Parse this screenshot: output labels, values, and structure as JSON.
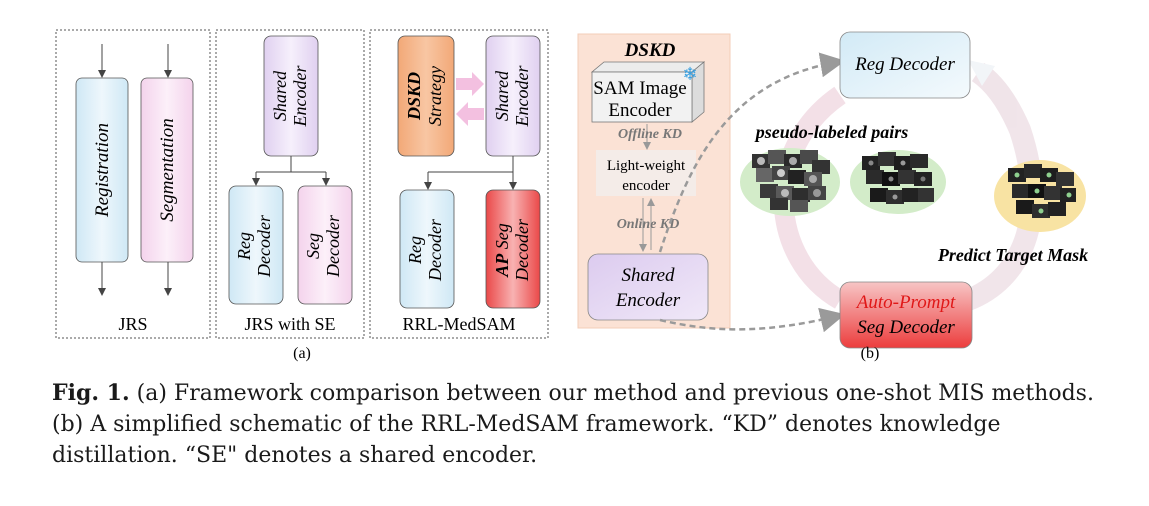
{
  "panel_a": {
    "jrs": {
      "registration": "Registration",
      "segmentation": "Segmentation",
      "label": "JRS"
    },
    "jrs_se": {
      "shared_encoder": "Shared Encoder",
      "reg_decoder": "Reg Decoder",
      "seg_decoder": "Seg Decoder",
      "label": "JRS with SE"
    },
    "rrl": {
      "dskd_bold": "DSKD",
      "dskd_rest": "Strategy",
      "shared_encoder": "Shared Encoder",
      "reg_decoder": "Reg Decoder",
      "ap_bold": "AP",
      "ap_rest": "Seg Decoder",
      "label": "RRL-MedSAM"
    },
    "sublabel": "(a)"
  },
  "panel_b": {
    "dskd_title": "DSKD",
    "sam_line1": "SAM Image",
    "sam_line2": "Encoder",
    "offline_kd": "Offline KD",
    "lw_line1": "Light-weight",
    "lw_line2": "encoder",
    "online_kd": "Online KD",
    "shared_line1": "Shared",
    "shared_line2": "Encoder",
    "reg_decoder": "Reg Decoder",
    "pseudo_pairs": "pseudo-labeled pairs",
    "predict_mask": "Predict Target Mask",
    "auto_prompt": "Auto-Prompt",
    "seg_decoder": "Seg Decoder",
    "sublabel": "(b)"
  },
  "caption": {
    "fig_label": "Fig. 1.",
    "text": " (a) Framework comparison between our method and previous one-shot MIS methods. (b) A simplified schematic of the RRL-MedSAM framework. “KD” denotes knowledge distillation. “SE\" denotes a shared encoder."
  },
  "colors": {
    "blue_block": "#d6ecf6",
    "pink_block": "#f6dcef",
    "purple_block": "#e6d8f2",
    "orange_block": "#f4b98f",
    "red_block": "#ee5a5a",
    "dskd_panel": "#fbe4d8",
    "auto_prompt_text": "#e01818"
  }
}
